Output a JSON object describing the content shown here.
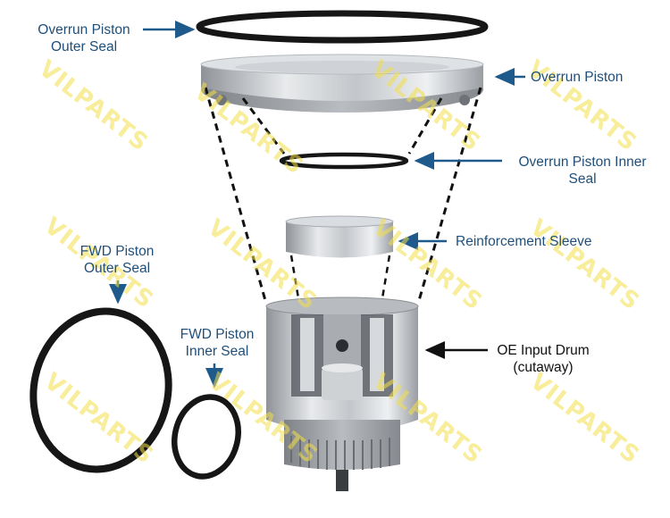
{
  "labels": {
    "overrun_outer_seal": [
      "Overrun Piston",
      "Outer Seal"
    ],
    "overrun_piston": [
      "Overrun Piston"
    ],
    "overrun_inner_seal": [
      "Overrun Piston Inner",
      "Seal"
    ],
    "reinforcement_sleeve": [
      "Reinforcement Sleeve"
    ],
    "fwd_outer_seal": [
      "FWD Piston",
      "Outer Seal"
    ],
    "fwd_inner_seal": [
      "FWD Piston",
      "Inner Seal"
    ],
    "input_drum": [
      "OE Input Drum",
      "(cutaway)"
    ]
  },
  "watermark": "VILPARTS",
  "colors": {
    "label_blue": "#1f4f7a",
    "arrow_blue": "#1f5a8c",
    "seal": "#161616",
    "aluminum": "#c9ccd0",
    "watermark": "#f3e04a"
  }
}
